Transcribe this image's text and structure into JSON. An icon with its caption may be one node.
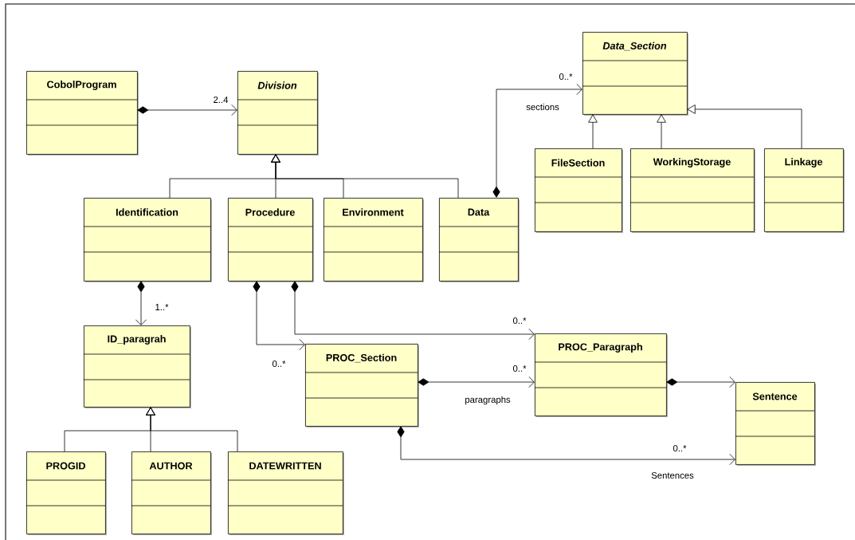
{
  "diagram": {
    "nodes": [
      {
        "text": [
          "CobolProgram"
        ]
      },
      {
        "text": [
          "Division"
        ]
      },
      {
        "text": [
          "Identification"
        ]
      },
      {
        "text": [
          "Procedure"
        ]
      },
      {
        "text": [
          "Environment"
        ]
      },
      {
        "text": [
          "Data"
        ]
      },
      {
        "text": [
          "Data_Section"
        ]
      },
      {
        "text": [
          "FileSection"
        ]
      },
      {
        "text": [
          "WorkingStorage"
        ]
      },
      {
        "text": [
          "Linkage"
        ]
      },
      {
        "text": [
          "ID_paragrah"
        ]
      },
      {
        "text": [
          "PROGID"
        ]
      },
      {
        "text": [
          "AUTHOR"
        ]
      },
      {
        "text": [
          "DATEWRITTEN"
        ]
      },
      {
        "text": [
          "PROC_Section"
        ]
      },
      {
        "text": [
          "PROC_Paragraph"
        ]
      },
      {
        "text": [
          "Sentence"
        ]
      }
    ],
    "edges": [
      {
        "from": 0,
        "to": 1,
        "arrow": "to",
        "label": "2..4"
      },
      {
        "from": 2,
        "to": 1,
        "arrow": "to"
      },
      {
        "from": 3,
        "to": 1,
        "arrow": "to"
      },
      {
        "from": 4,
        "to": 1,
        "arrow": "to"
      },
      {
        "from": 5,
        "to": 1,
        "arrow": "to"
      },
      {
        "from": 5,
        "to": 6,
        "arrow": "to",
        "label": "0..*"
      },
      {
        "from": 7,
        "to": 6,
        "arrow": "to"
      },
      {
        "from": 8,
        "to": 6,
        "arrow": "to"
      },
      {
        "from": 9,
        "to": 6,
        "arrow": "to"
      },
      {
        "from": 2,
        "to": 10,
        "arrow": "to",
        "label": "1..*"
      },
      {
        "from": 11,
        "to": 10,
        "arrow": "to"
      },
      {
        "from": 12,
        "to": 10,
        "arrow": "to"
      },
      {
        "from": 13,
        "to": 10,
        "arrow": "to"
      },
      {
        "from": 3,
        "to": 14,
        "arrow": "to",
        "label": "0..*"
      },
      {
        "from": 3,
        "to": 15,
        "arrow": "to",
        "label": "0..*"
      },
      {
        "from": 14,
        "to": 15,
        "arrow": "to",
        "label": "0..*"
      },
      {
        "from": 15,
        "to": 16,
        "arrow": "to"
      },
      {
        "from": 14,
        "to": 16,
        "arrow": "to",
        "label": "0..*"
      }
    ],
    "labels": [
      "sections",
      "paragraphs",
      "Sentences"
    ]
  }
}
